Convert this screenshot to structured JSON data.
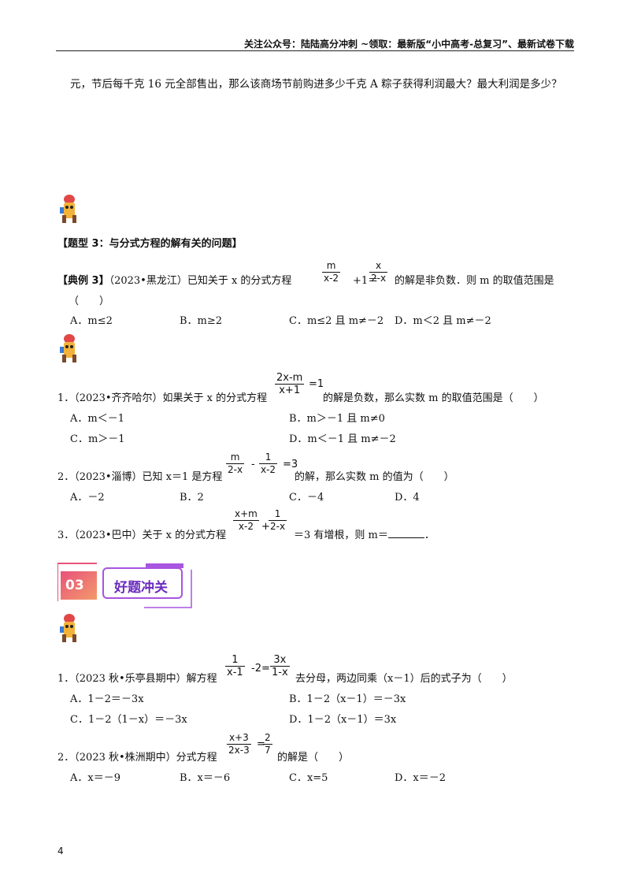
{
  "header": {
    "text": "关注公众号：陆陆高分冲刺  ~领取：最新版“小中高考-总复习”、最新试卷下载"
  },
  "intro_line": "元，节后每千克 16 元全部售出，那么该商场节前购进多少千克 A 粽子获得利润最大？最大利润是多少？",
  "type3": {
    "title": "【题型 3：与分式方程的解有关的问题】"
  },
  "example3": {
    "prefix": "【典例 3】",
    "lead": "（2023•黑龙江）已知关于 x 的分式方程",
    "frac1": {
      "num": "m",
      "den": "x-2"
    },
    "mid": "+1＝",
    "frac2": {
      "num": "x",
      "den": "2-x"
    },
    "tail": "的解是非负数．则 m 的取值范围是",
    "paren": "（　　）",
    "options": [
      "A．m≤2",
      "B．m≥2",
      "C．m≤2 且 m≠－2",
      "D．m＜2 且 m≠－2"
    ]
  },
  "q1": {
    "lead": "1．（2023•齐齐哈尔）如果关于 x 的分式方程",
    "frac": {
      "num": "2x-m",
      "den": "x+1"
    },
    "eq": "=1",
    "tail": "的解是负数，那么实数 m 的取值范围是（　　）",
    "options": [
      "A．m＜－1",
      "B．m＞－1 且 m≠0",
      "C．m＞－1",
      "D．m＜－1 且 m≠－2"
    ]
  },
  "q2": {
    "lead": "2．（2023•淄博）已知 x＝1 是方程",
    "frac1": {
      "num": "m",
      "den": "2-x"
    },
    "minus": "-",
    "frac2": {
      "num": "1",
      "den": "x-2"
    },
    "eq": "=3",
    "tail": "的解，那么实数 m 的值为（　　）",
    "options": [
      "A．－2",
      "B．2",
      "C．－4",
      "D．4"
    ]
  },
  "q3": {
    "lead": "3．（2023•巴中）关于 x 的分式方程",
    "frac1": {
      "num": "x+m",
      "den": "x-2"
    },
    "plus": "+",
    "frac2": {
      "num": "1",
      "den": "2-x"
    },
    "tail": "＝3 有增根，则 m＝",
    "end": "．"
  },
  "section03": {
    "number": "03",
    "title": "好题冲关"
  },
  "p1": {
    "lead": "1．（2023 秋•乐亭县期中）解方程",
    "frac1": {
      "num": "1",
      "den": "x-1"
    },
    "mid": "-2=",
    "frac2": {
      "num": "3x",
      "den": "1-x"
    },
    "tail": "去分母，两边同乘（x－1）后的式子为（　　）",
    "options": [
      "A．1－2＝－3x",
      "B．1－2（x－1）＝－3x",
      "C．1－2（1－x）＝－3x",
      "D．1－2（x－1）＝3x"
    ]
  },
  "p2": {
    "lead": "2．（2023 秋•株洲期中）分式方程",
    "frac1": {
      "num": "x+3",
      "den": "2x-3"
    },
    "eq": "=",
    "frac2": {
      "num": "2",
      "den": "7"
    },
    "tail": "的解是（　　）",
    "options": [
      "A．x＝－9",
      "B．x＝－6",
      "C．x=5",
      "D．x＝－2"
    ]
  },
  "page_number": "4",
  "colors": {
    "banner_pink": "#e8527a",
    "banner_purple": "#a855e0",
    "banner_orange": "#f39a6b"
  }
}
